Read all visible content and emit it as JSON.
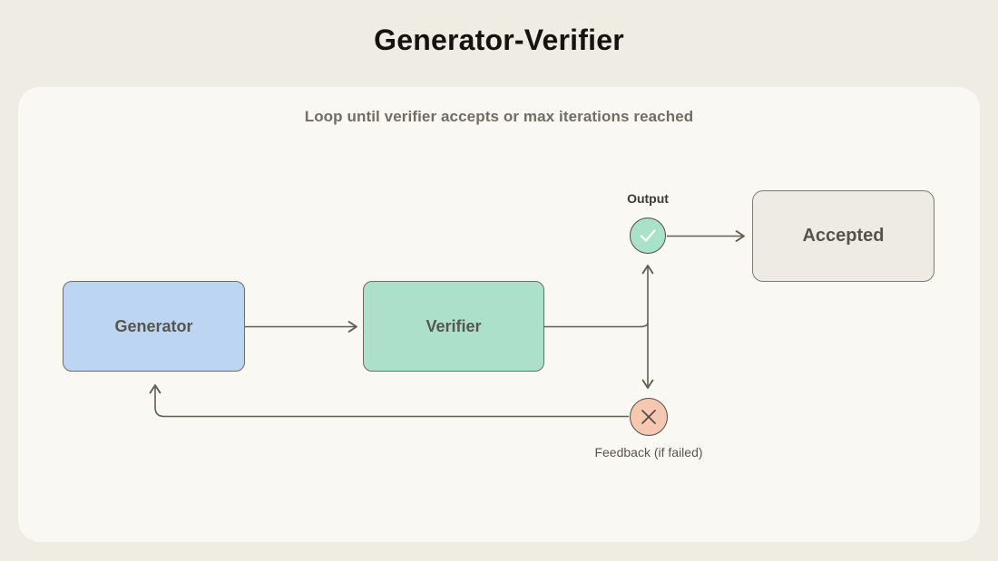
{
  "title": "Generator-Verifier",
  "panel": {
    "subtitle": "Loop until verifier accepts or max iterations reached"
  },
  "nodes": {
    "generator": {
      "label": "Generator",
      "fill": "#bcd5f3"
    },
    "verifier": {
      "label": "Verifier",
      "fill": "#ace0cb"
    },
    "accepted": {
      "label": "Accepted",
      "fill": "#edebe3"
    }
  },
  "badges": {
    "output": {
      "label": "Output",
      "icon": "check-icon",
      "fill": "#a9e2c8"
    },
    "feedback": {
      "label": "Feedback (if failed)",
      "icon": "x-icon",
      "fill": "#f6c8b2"
    }
  },
  "edges": [
    {
      "from": "generator",
      "to": "verifier"
    },
    {
      "from": "verifier",
      "to": "junction"
    },
    {
      "from": "junction",
      "to": "output-badge"
    },
    {
      "from": "junction",
      "to": "feedback-badge"
    },
    {
      "from": "output-badge",
      "to": "accepted"
    },
    {
      "from": "feedback-badge",
      "to": "generator"
    }
  ],
  "colors": {
    "background": "#efece3",
    "panel": "#faf8f2",
    "line": "#5f5e56",
    "title_text": "#14130c",
    "subtitle_text": "#6f6d65",
    "node_text": "#56564e"
  }
}
